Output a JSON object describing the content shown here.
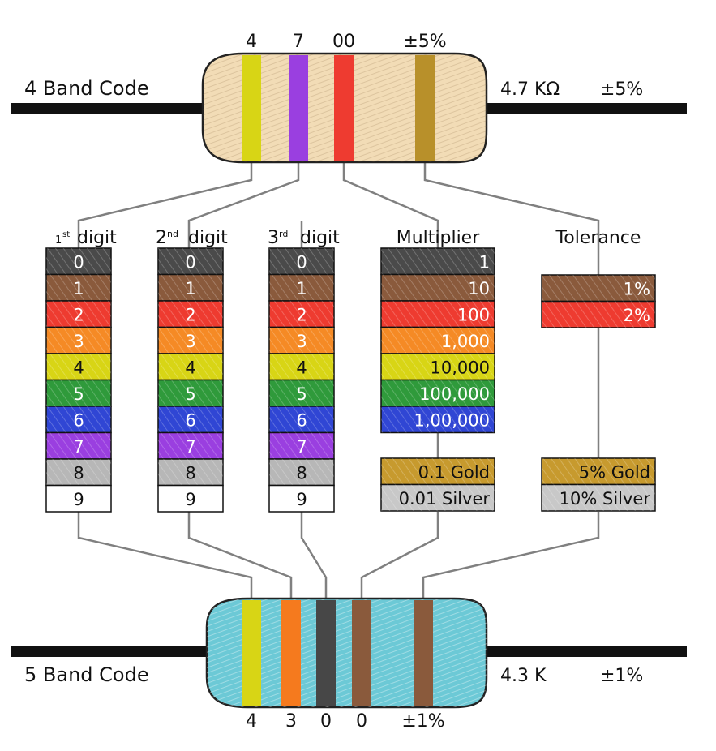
{
  "four_band": {
    "title": "4 Band Code",
    "digits": [
      "4",
      "7",
      "00",
      "±5%"
    ],
    "value": "4.7 KΩ",
    "tolerance": "±5%",
    "band_colors": [
      "#d8d515",
      "#9a3fe0",
      "#ee3b30",
      "#b8902a"
    ],
    "body_color": "#f2dcb6"
  },
  "five_band": {
    "title": "5 Band Code",
    "digits": [
      "4",
      "3",
      "0",
      "0",
      "±1%"
    ],
    "value": "4.3 K",
    "tolerance": "±1%",
    "band_colors": [
      "#d8d515",
      "#f57a1e",
      "#474747",
      "#8a5a3c",
      "#8a5a3c"
    ],
    "body_color": "#6cc9d6"
  },
  "columns": {
    "digit1": {
      "header_num": "1",
      "header_sup": "st",
      "header_text": "digit",
      "rows": [
        "0",
        "1",
        "2",
        "3",
        "4",
        "5",
        "6",
        "7",
        "8",
        "9"
      ]
    },
    "digit2": {
      "header_num": "2",
      "header_sup": "nd",
      "header_text": "digit",
      "rows": [
        "0",
        "1",
        "2",
        "3",
        "4",
        "5",
        "6",
        "7",
        "8",
        "9"
      ]
    },
    "digit3": {
      "header_num": "3",
      "header_sup": "rd",
      "header_text": "digit",
      "rows": [
        "0",
        "1",
        "2",
        "3",
        "4",
        "5",
        "6",
        "7",
        "8",
        "9"
      ]
    },
    "multiplier": {
      "header": "Multiplier",
      "rows": [
        "1",
        "10",
        "100",
        "1,000",
        "10,000",
        "100,000",
        "1,00,000"
      ],
      "gold": "0.1 Gold",
      "silver": "0.01 Silver"
    },
    "tolerance": {
      "header": "Tolerance",
      "rows": [
        "1%",
        "2%"
      ],
      "gold": "5% Gold",
      "silver": "10% Silver"
    }
  },
  "colors": {
    "black": "#4a4a4a",
    "brown": "#8a5a3c",
    "red": "#ee3b30",
    "orange": "#f58a25",
    "yellow": "#d8d515",
    "green": "#2f9a3b",
    "blue": "#3046d4",
    "violet": "#9a3fe0",
    "grey": "#b7b7b7",
    "white": "#ffffff",
    "gold": "#c79a2e",
    "silver": "#c8c8c8",
    "wire": "#808080",
    "lead": "#111111"
  }
}
